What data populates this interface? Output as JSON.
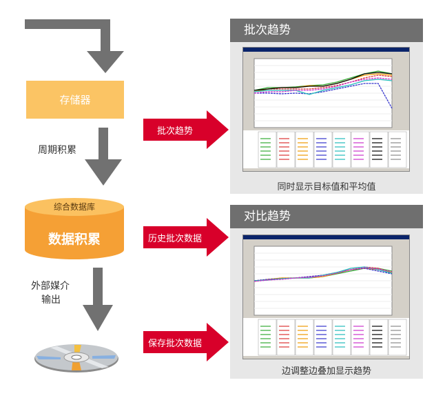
{
  "flow": {
    "storage_label": "存储器",
    "periodic_label": "周期积累",
    "database_title": "综合数据库",
    "database_label": "数据积累",
    "export_label_line1": "外部媒介",
    "export_label_line2": "输出"
  },
  "arrows": [
    {
      "label": "批次趋势"
    },
    {
      "label": "历史批次数据"
    },
    {
      "label": "保存批次数据"
    }
  ],
  "panels": [
    {
      "title": "批次趋势",
      "caption": "同时显示目标值和平均值"
    },
    {
      "title": "对比趋势",
      "caption": "边调整边叠加显示趋势"
    }
  ],
  "colors": {
    "arrow_red": "#d8002a",
    "gray": "#717171",
    "orange": "#f6a23a",
    "storage": "#fbc464"
  }
}
